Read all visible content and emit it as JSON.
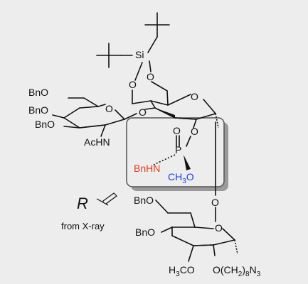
{
  "labels": {
    "si": "Si",
    "o": "O",
    "p": "P",
    "n": "N",
    "bno": "BnO",
    "acnh": "AcHN",
    "bnnh": "BnHN",
    "ch3o_ch": "CH",
    "ch3o_sub": "3",
    "ch3o_o": "O",
    "h3co_h": "H",
    "h3co_sub": "3",
    "h3co_co": "CO",
    "linker_a": "O(CH",
    "linker_sub1": "2",
    "linker_b": ")",
    "linker_sub2": "8",
    "linker_c": "N",
    "linker_sub3": "3"
  },
  "stereo": {
    "descriptor": "R",
    "source": "from X-ray"
  },
  "colors": {
    "background": "#ededed",
    "bond": "#111111",
    "nitrogen_label": "#e03a1e",
    "methoxy_label": "#1f3fd8",
    "highlight_border": "#555555",
    "highlight_shadow": "#9a9a9a"
  },
  "icons": {
    "descriptor_arrow": "hollow-arrow-icon"
  }
}
